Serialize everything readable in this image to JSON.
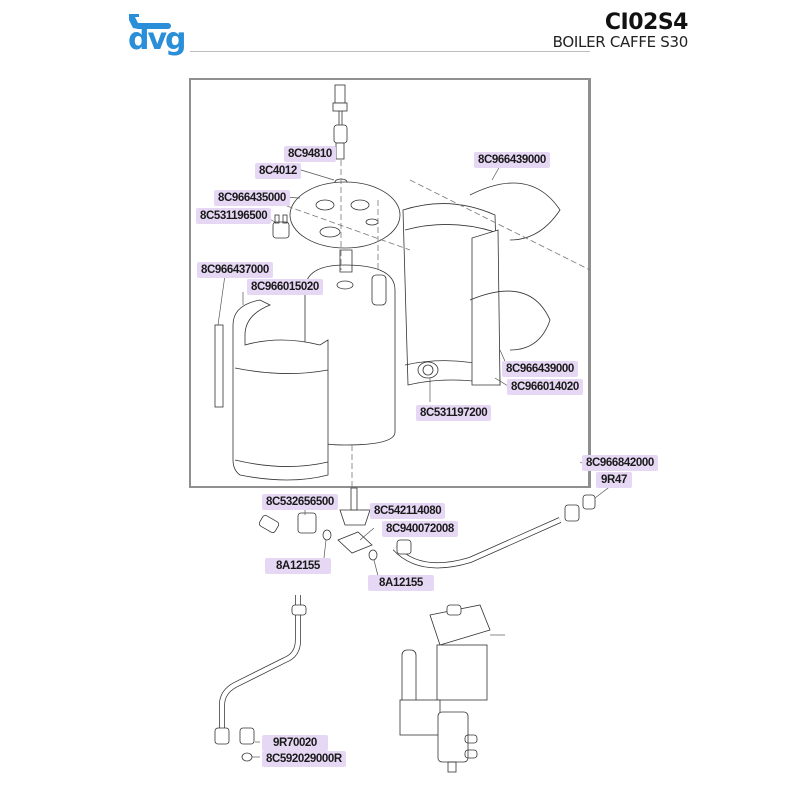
{
  "header": {
    "brand": "dvg",
    "code": "CI02S4",
    "title": "BOILER CAFFE S30"
  },
  "colors": {
    "brand": "#2a8fd8",
    "label_bg": "#e6d8f4",
    "frame": "#8f8f8f"
  },
  "parts": [
    {
      "id": "p1",
      "code": "8C94810"
    },
    {
      "id": "p2",
      "code": "8C4012"
    },
    {
      "id": "p3",
      "code": "8C966435000"
    },
    {
      "id": "p4",
      "code": "8C531196500"
    },
    {
      "id": "p5",
      "code": "8C966439000"
    },
    {
      "id": "p6",
      "code": "8C966437000"
    },
    {
      "id": "p7",
      "code": "8C966015020"
    },
    {
      "id": "p8",
      "code": "8C966439000"
    },
    {
      "id": "p9",
      "code": "8C966014020"
    },
    {
      "id": "p10",
      "code": "8C531197200"
    },
    {
      "id": "p11",
      "code": "8C966842000"
    },
    {
      "id": "p12",
      "code": "9R47"
    },
    {
      "id": "p13",
      "code": "8C532656500"
    },
    {
      "id": "p14",
      "code": "8C542114080"
    },
    {
      "id": "p15",
      "code": "8C940072008"
    },
    {
      "id": "p16",
      "code": "8A12155"
    },
    {
      "id": "p17",
      "code": "8A12155"
    },
    {
      "id": "p18",
      "code": "9R70020"
    },
    {
      "id": "p19",
      "code": "8C592029000R"
    }
  ]
}
